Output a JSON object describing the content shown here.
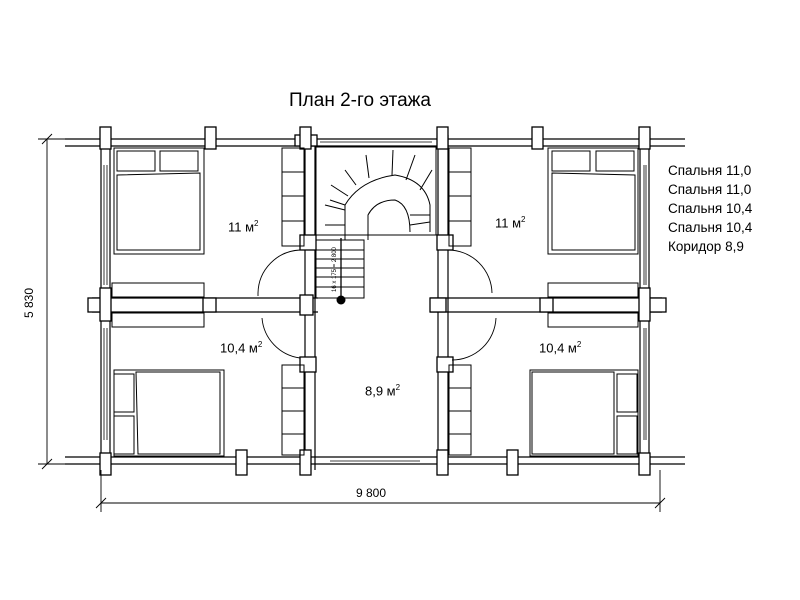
{
  "title": "План 2-го этажа",
  "legend": [
    "Спальня 11,0",
    "Спальня 11,0",
    "Спальня 10,4",
    "Спальня 10,4",
    "Коридор 8,9"
  ],
  "rooms": {
    "top_left": {
      "value": "11 м",
      "unit_power": "2"
    },
    "top_right": {
      "value": "11 м",
      "unit_power": "2"
    },
    "bottom_left": {
      "value": "10,4 м",
      "unit_power": "2"
    },
    "bottom_right": {
      "value": "10,4 м",
      "unit_power": "2"
    },
    "corridor": {
      "value": "8,9 м",
      "unit_power": "2"
    }
  },
  "dimensions": {
    "width": "9 800",
    "height": "5 830"
  },
  "stair_label": "16 x 175 = 2 800"
}
